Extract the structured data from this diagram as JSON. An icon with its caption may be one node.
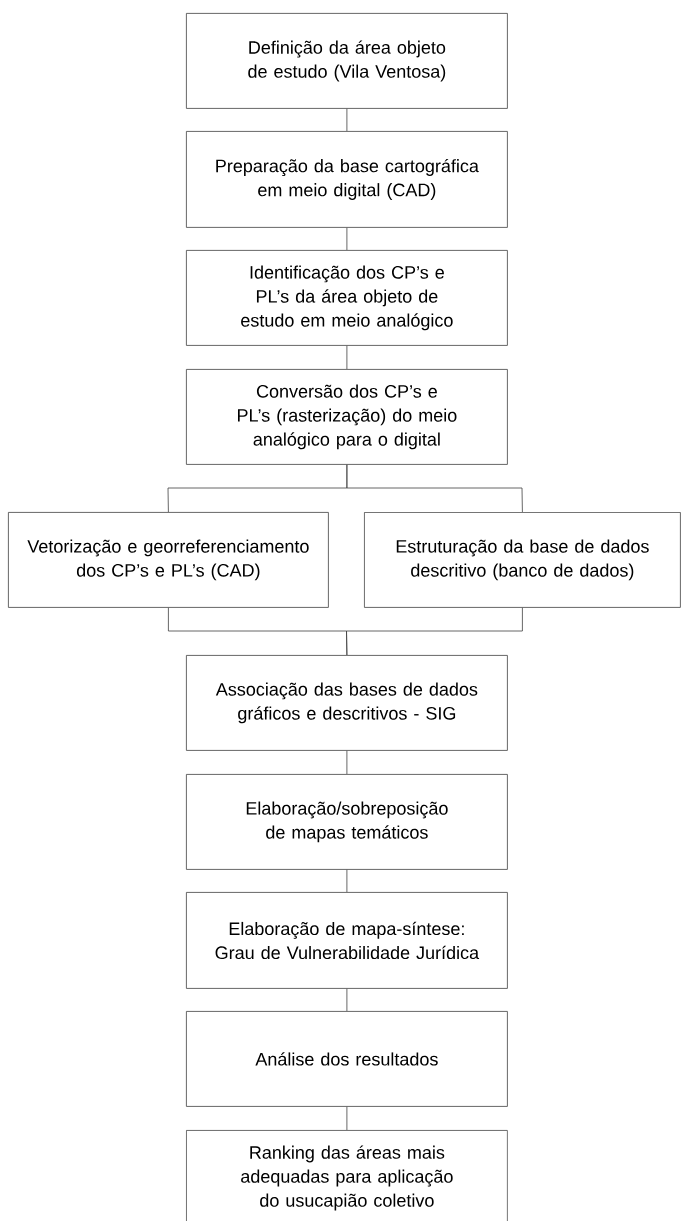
{
  "diagram": {
    "nodes": [
      {
        "text": [
          "Definição da área objeto de estudo (Vila Ventosa)"
        ]
      },
      {
        "text": [
          "Preparação da base cartográfica em meio digital (CAD)"
        ]
      },
      {
        "text": [
          "Identificação dos CP’s e PL’s da área objeto de estudo em meio analógico"
        ]
      },
      {
        "text": [
          "Conversão dos CP’s e PL’s (rasterização) do meio analógico para o digital"
        ]
      },
      {
        "text": [
          "Vetorização e georreferenciamento dos CP’s e PL’s (CAD)"
        ]
      },
      {
        "text": [
          "Estruturação da base de dados descritivo (banco de dados)"
        ]
      },
      {
        "text": [
          "Associação das bases de dados gráficos e descritivos - SIG"
        ]
      },
      {
        "text": [
          "Elaboração/sobreposição de mapas temáticos"
        ]
      },
      {
        "text": [
          "Elaboração de mapa-síntese: Grau de Vulnerabilidade Jurídica"
        ]
      },
      {
        "text": [
          "Análise dos resultados"
        ]
      },
      {
        "text": [
          "Ranking das áreas mais adequadas para aplicação do usucapião coletivo"
        ]
      }
    ],
    "edges": [
      {
        "from": 0,
        "to": 1,
        "arrow": "none"
      },
      {
        "from": 1,
        "to": 2,
        "arrow": "none"
      },
      {
        "from": 2,
        "to": 3,
        "arrow": "none"
      },
      {
        "from": 3,
        "to": 4,
        "arrow": "none"
      },
      {
        "from": 3,
        "to": 5,
        "arrow": "none"
      },
      {
        "from": 4,
        "to": 6,
        "arrow": "none"
      },
      {
        "from": 5,
        "to": 6,
        "arrow": "none"
      },
      {
        "from": 6,
        "to": 7,
        "arrow": "none"
      },
      {
        "from": 7,
        "to": 8,
        "arrow": "none"
      },
      {
        "from": 8,
        "to": 9,
        "arrow": "none"
      },
      {
        "from": 9,
        "to": 10,
        "arrow": "none"
      }
    ]
  }
}
